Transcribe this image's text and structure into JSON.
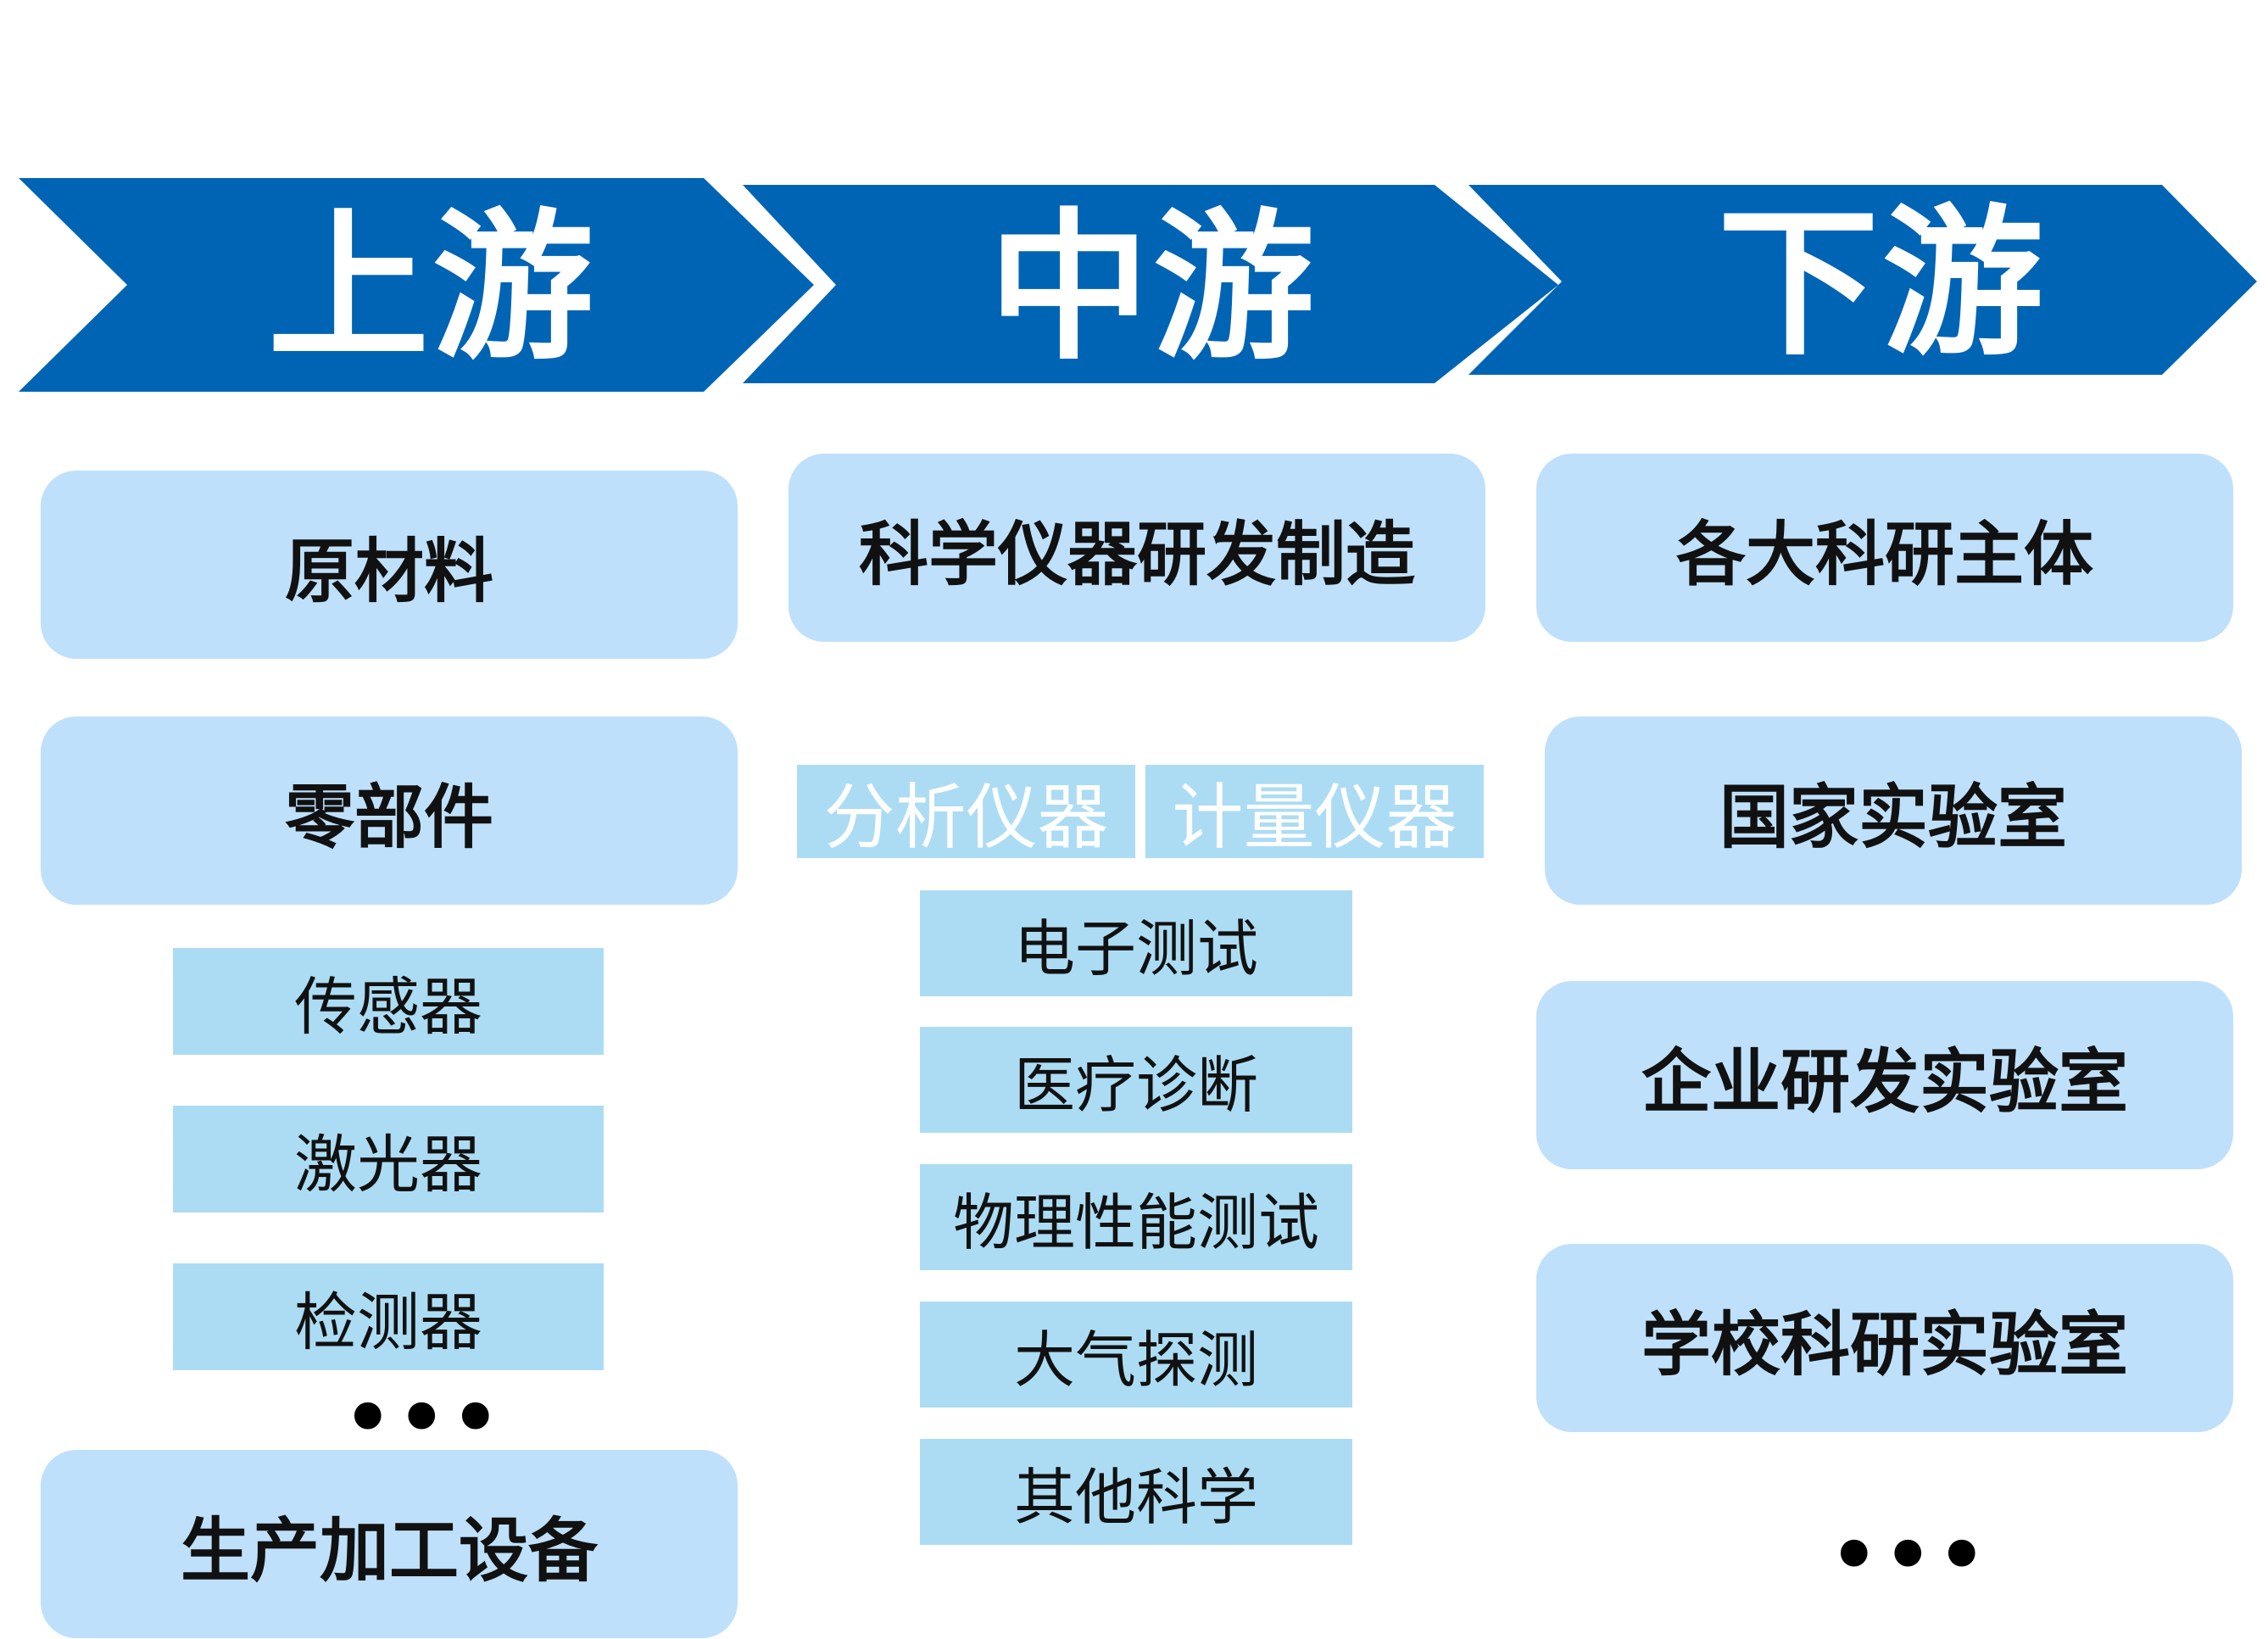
{
  "colors": {
    "chevron": "#0064b4",
    "pill": "#bee0fb",
    "box": "#acdcf3"
  },
  "stages": [
    {
      "label": "上游"
    },
    {
      "label": "中游"
    },
    {
      "label": "下游"
    }
  ],
  "upstream": {
    "raw_materials": "原材料",
    "parts": "零部件",
    "sub_items": [
      "传感器",
      "激光器",
      "检测器"
    ],
    "ellipsis": "•••",
    "equipment": "生产加工设备"
  },
  "midstream": {
    "title": "科学仪器研发制造",
    "categories": [
      "分析仪器",
      "计量仪器"
    ],
    "sub_items": [
      "电子测试",
      "医疗诊断",
      "物理性能测试",
      "大气探测",
      "其他科学"
    ]
  },
  "downstream": {
    "title": "各大科研主体",
    "items": [
      "国家实验室",
      "企业研发实验室",
      "学校科研实验室"
    ],
    "ellipsis": "•••"
  }
}
